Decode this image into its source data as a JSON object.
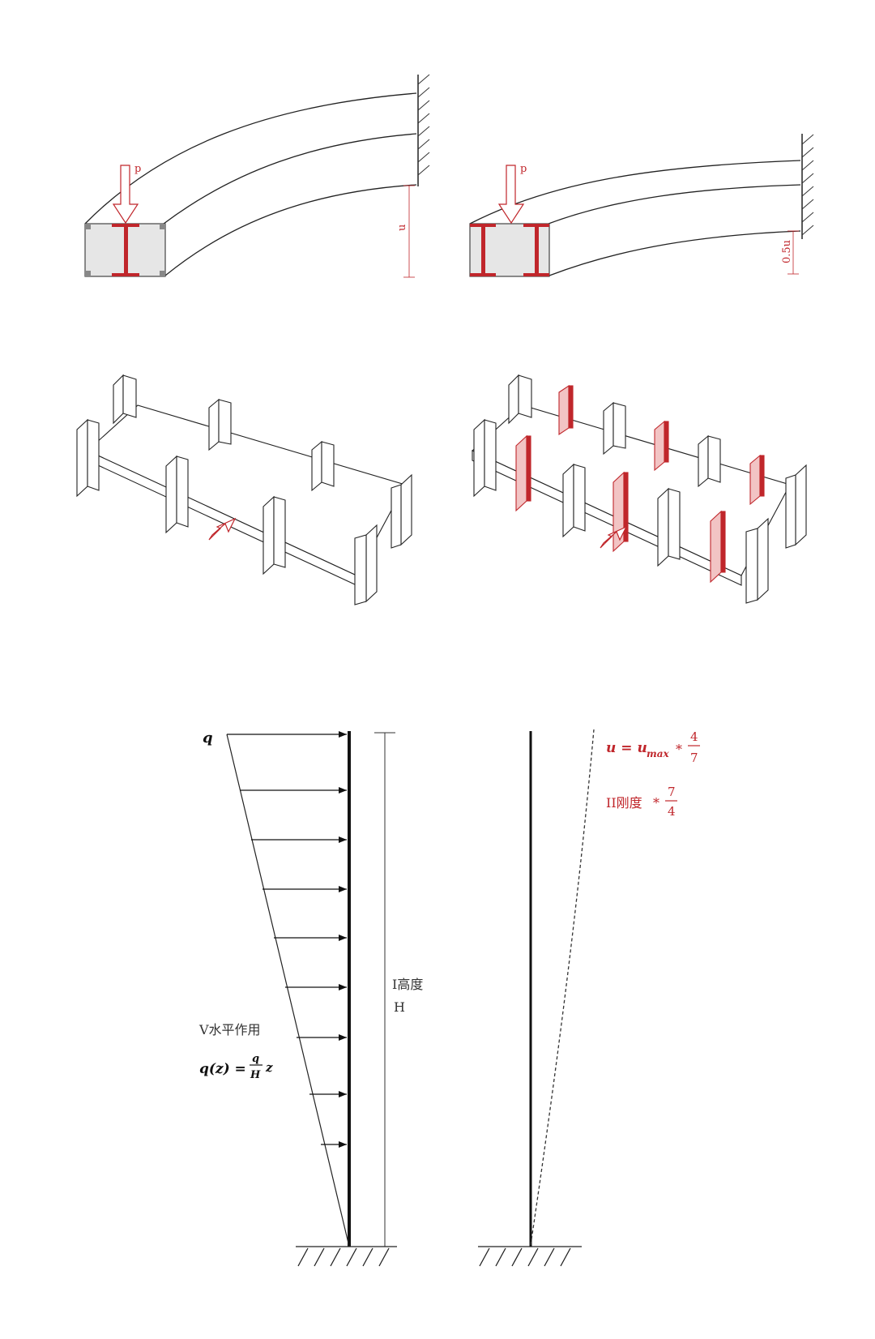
{
  "colors": {
    "accent": "#c0262b",
    "accent_fill": "#f2c4c4",
    "line": "#222222",
    "section_fill": "#e8e8e8"
  },
  "top_left": {
    "load_label": "p",
    "deflection_label": "u"
  },
  "top_right": {
    "load_label": "p",
    "deflection_label": "0.5u"
  },
  "bottom_left": {
    "q_label": "q",
    "height_label_1": "I高度",
    "height_label_2": "H",
    "action_label": "V水平作用",
    "formula_lhs": "q(z) =",
    "formula_num": "q",
    "formula_den": "H",
    "formula_var": "z"
  },
  "bottom_right": {
    "formula_u": "u = u",
    "formula_u_sub": "max",
    "formula_u_op": "*",
    "formula_u_num": "4",
    "formula_u_den": "7",
    "stiffness_label": "II刚度",
    "stiffness_op": "*",
    "stiffness_num": "7",
    "stiffness_den": "4"
  }
}
